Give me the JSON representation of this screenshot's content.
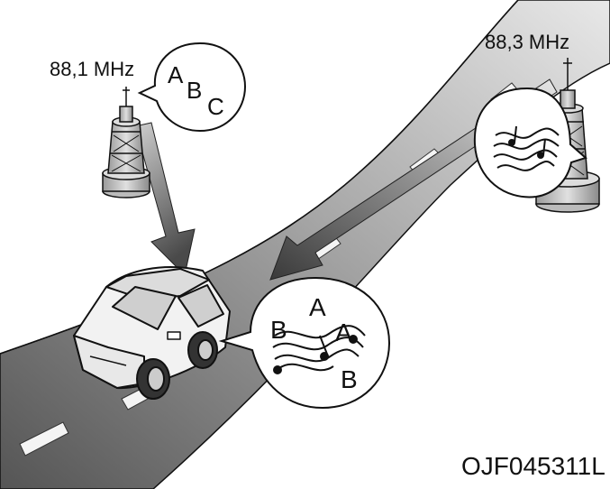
{
  "labels": {
    "tower_left_freq": "88,1 MHz",
    "tower_right_freq": "88,3 MHz",
    "bubble_left_letters": [
      "A",
      "B",
      "C"
    ],
    "bubble_car_letters": [
      "A",
      "B",
      "A",
      "B"
    ],
    "code": "OJF045311L"
  },
  "colors": {
    "road": "#8a8a8a",
    "road_light": "#d9d9d9",
    "arrow": "#3a3a3a",
    "outline": "#111111"
  }
}
